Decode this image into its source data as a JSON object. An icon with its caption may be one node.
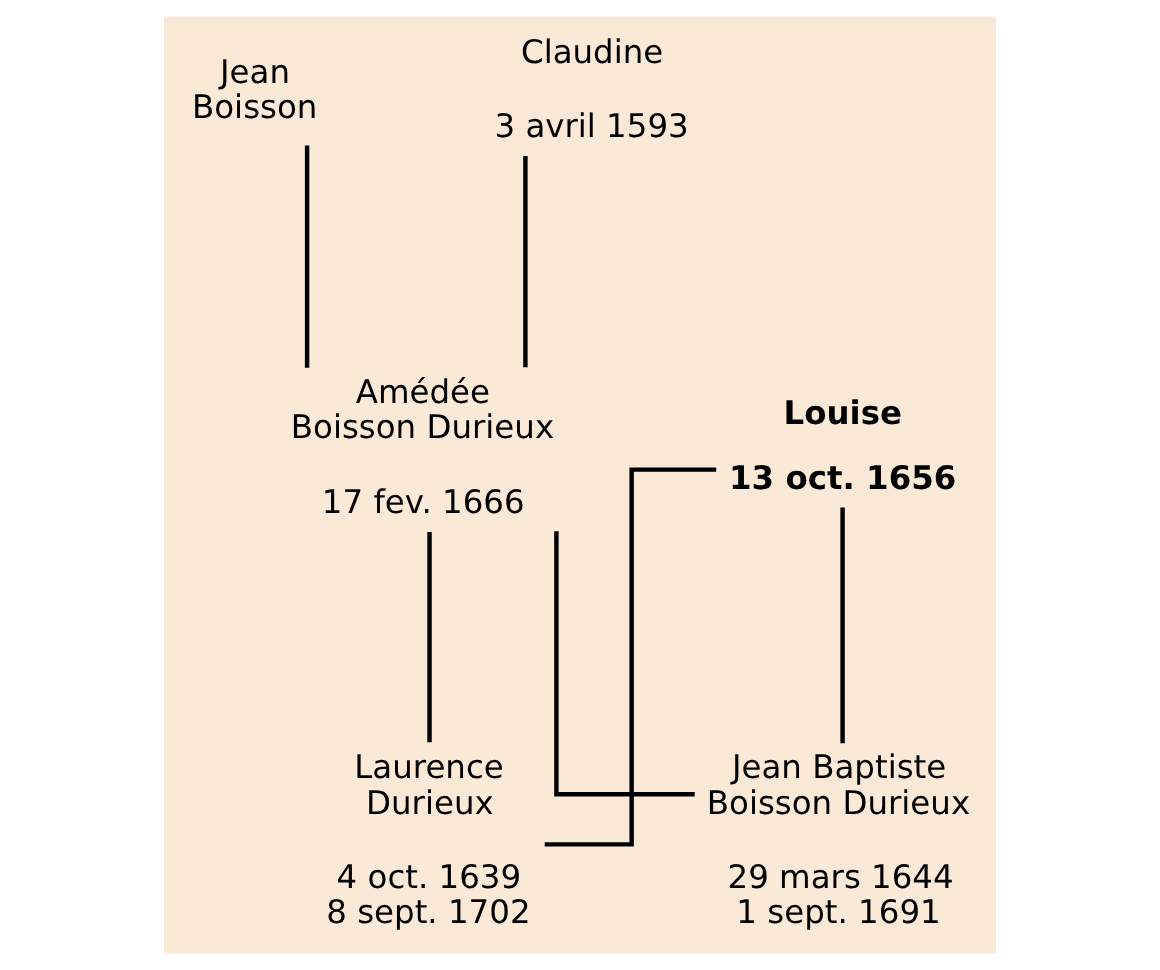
{
  "diagram": {
    "nodes": [
      {
        "text": [
          "Jean Boisson"
        ]
      },
      {
        "text": [
          "Claudine",
          "3 avril 1593"
        ]
      },
      {
        "text": [
          "Amédée Boisson Durieux",
          "17 fev. 1666"
        ]
      },
      {
        "text": [
          "Louise",
          "13 oct. 1656"
        ]
      },
      {
        "text": [
          "Laurence Durieux",
          "4 oct. 1639",
          "8 sept. 1702"
        ]
      },
      {
        "text": [
          "Jean Baptiste Boisson Durieux",
          "29 mars 1644",
          "1 sept. 1691"
        ]
      }
    ],
    "edges": [
      {
        "from": 0,
        "to": 2,
        "arrow": "none"
      },
      {
        "from": 1,
        "to": 2,
        "arrow": "none"
      },
      {
        "from": 2,
        "to": 4,
        "arrow": "none"
      },
      {
        "from": 2,
        "to": 5,
        "arrow": "none"
      },
      {
        "from": 3,
        "to": 4,
        "arrow": "none"
      },
      {
        "from": 3,
        "to": 5,
        "arrow": "none"
      }
    ]
  }
}
